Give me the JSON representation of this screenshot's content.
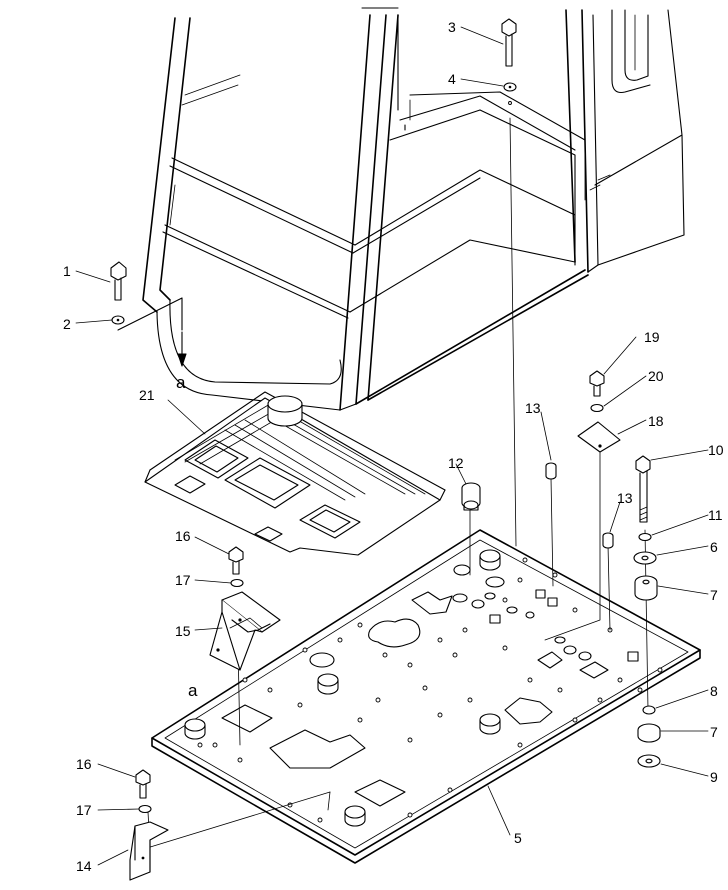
{
  "callouts": [
    {
      "id": "c1",
      "text": "1"
    },
    {
      "id": "c2",
      "text": "2"
    },
    {
      "id": "c3",
      "text": "3"
    },
    {
      "id": "c4",
      "text": "4"
    },
    {
      "id": "c5",
      "text": "5"
    },
    {
      "id": "c6",
      "text": "6"
    },
    {
      "id": "c7a",
      "text": "7"
    },
    {
      "id": "c7b",
      "text": "7"
    },
    {
      "id": "c8",
      "text": "8"
    },
    {
      "id": "c9",
      "text": "9"
    },
    {
      "id": "c10",
      "text": "10"
    },
    {
      "id": "c11",
      "text": "11"
    },
    {
      "id": "c12",
      "text": "12"
    },
    {
      "id": "c13a",
      "text": "13"
    },
    {
      "id": "c13b",
      "text": "13"
    },
    {
      "id": "c14",
      "text": "14"
    },
    {
      "id": "c15",
      "text": "15"
    },
    {
      "id": "c16a",
      "text": "16"
    },
    {
      "id": "c16b",
      "text": "16"
    },
    {
      "id": "c17a",
      "text": "17"
    },
    {
      "id": "c17b",
      "text": "17"
    },
    {
      "id": "c18",
      "text": "18"
    },
    {
      "id": "c19",
      "text": "19"
    },
    {
      "id": "c20",
      "text": "20"
    },
    {
      "id": "c21",
      "text": "21"
    }
  ],
  "view_marks": [
    {
      "id": "a1",
      "text": "a"
    },
    {
      "id": "a2",
      "text": "a"
    }
  ]
}
